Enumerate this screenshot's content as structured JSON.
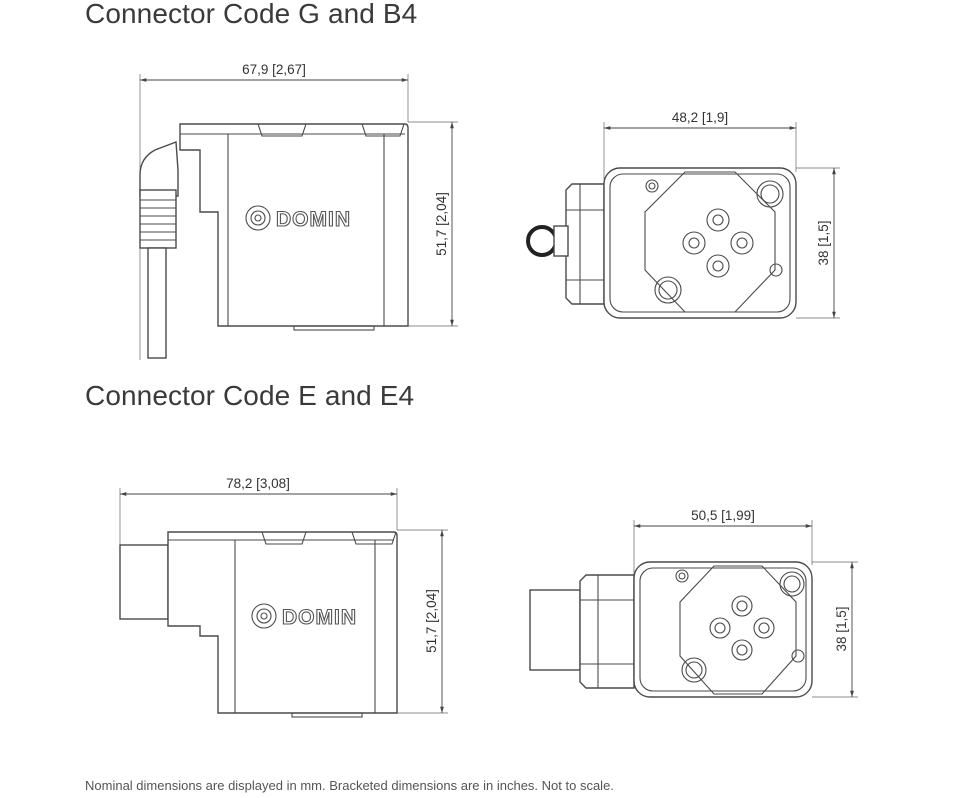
{
  "headings": {
    "top": "Connector Code G and B4",
    "bottom": "Connector Code E and E4"
  },
  "brand": "DOMIN",
  "dimensions": {
    "g_side_width": "67,9  [2,67]",
    "g_side_height": "51,7  [2,04]",
    "g_front_width": "48,2  [1,9]",
    "g_front_height": "38  [1,5]",
    "e_side_width": "78,2  [3,08]",
    "e_side_height": "51,7  [2,04]",
    "e_front_width": "50,5  [1,99]",
    "e_front_height": "38  [1,5]"
  },
  "footnote": "Nominal dimensions are displayed in mm. Bracketed dimensions are in inches. Not to scale."
}
